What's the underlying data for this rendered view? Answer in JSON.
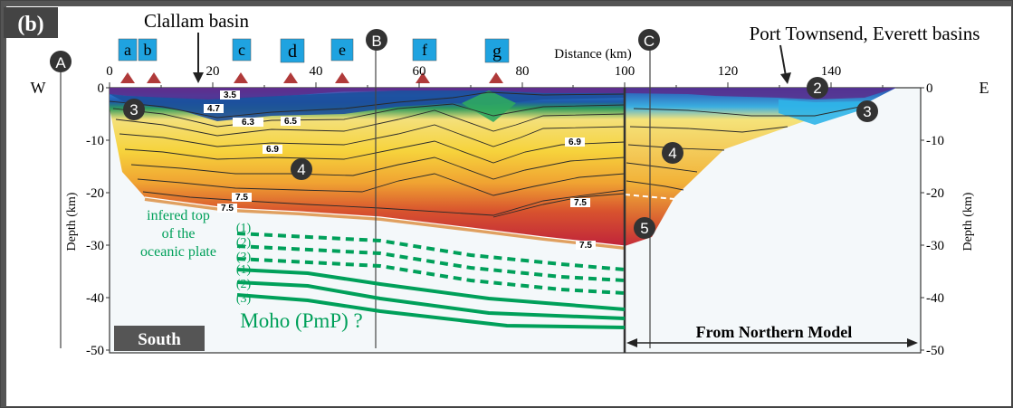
{
  "panel_label": "(b)",
  "basin_labels": {
    "clallam": "Clallam basin",
    "port_townsend": "Port  Townsend, Everett basins"
  },
  "direction": {
    "west": "W",
    "east": "E"
  },
  "profile_markers": [
    "A",
    "B",
    "C"
  ],
  "station_labels": [
    "a",
    "b",
    "c",
    "d",
    "e",
    "f",
    "g"
  ],
  "axis": {
    "x_title": "Distance (km)",
    "x_ticks": [
      "0",
      "20",
      "40",
      "60",
      "80",
      "100",
      "120",
      "140"
    ],
    "y_title": "Depth (km)",
    "y_ticks": [
      "0",
      "-10",
      "-20",
      "-30",
      "-40",
      "-50"
    ],
    "y_ticks_right": [
      "0",
      "-10",
      "-20",
      "-30",
      "-40",
      "-50"
    ]
  },
  "velocity_labels": [
    "3.5",
    "4.7",
    "6.3",
    "6.5",
    "6.9",
    "6.9",
    "7.5",
    "7.5",
    "7.5",
    "7.5"
  ],
  "layer_numbers": [
    "2",
    "3",
    "3",
    "4",
    "4",
    "5"
  ],
  "oceanic_plate_label": [
    "infered top",
    "of the",
    "oceanic plate"
  ],
  "line_numbers": [
    "(1)",
    "(2)",
    "(3)",
    "(1)",
    "(2)",
    "(3)"
  ],
  "moho_label": "Moho (PmP) ?",
  "south_label": "South",
  "north_model_label": "From Northern Model",
  "colors": {
    "station_box": "#1fa3e0",
    "station_triangle": "#b03a3a",
    "green_lines": "#00a05a",
    "orange_interface": "#e0a060",
    "south_box": "#555555",
    "marker_circle": "#333333"
  }
}
